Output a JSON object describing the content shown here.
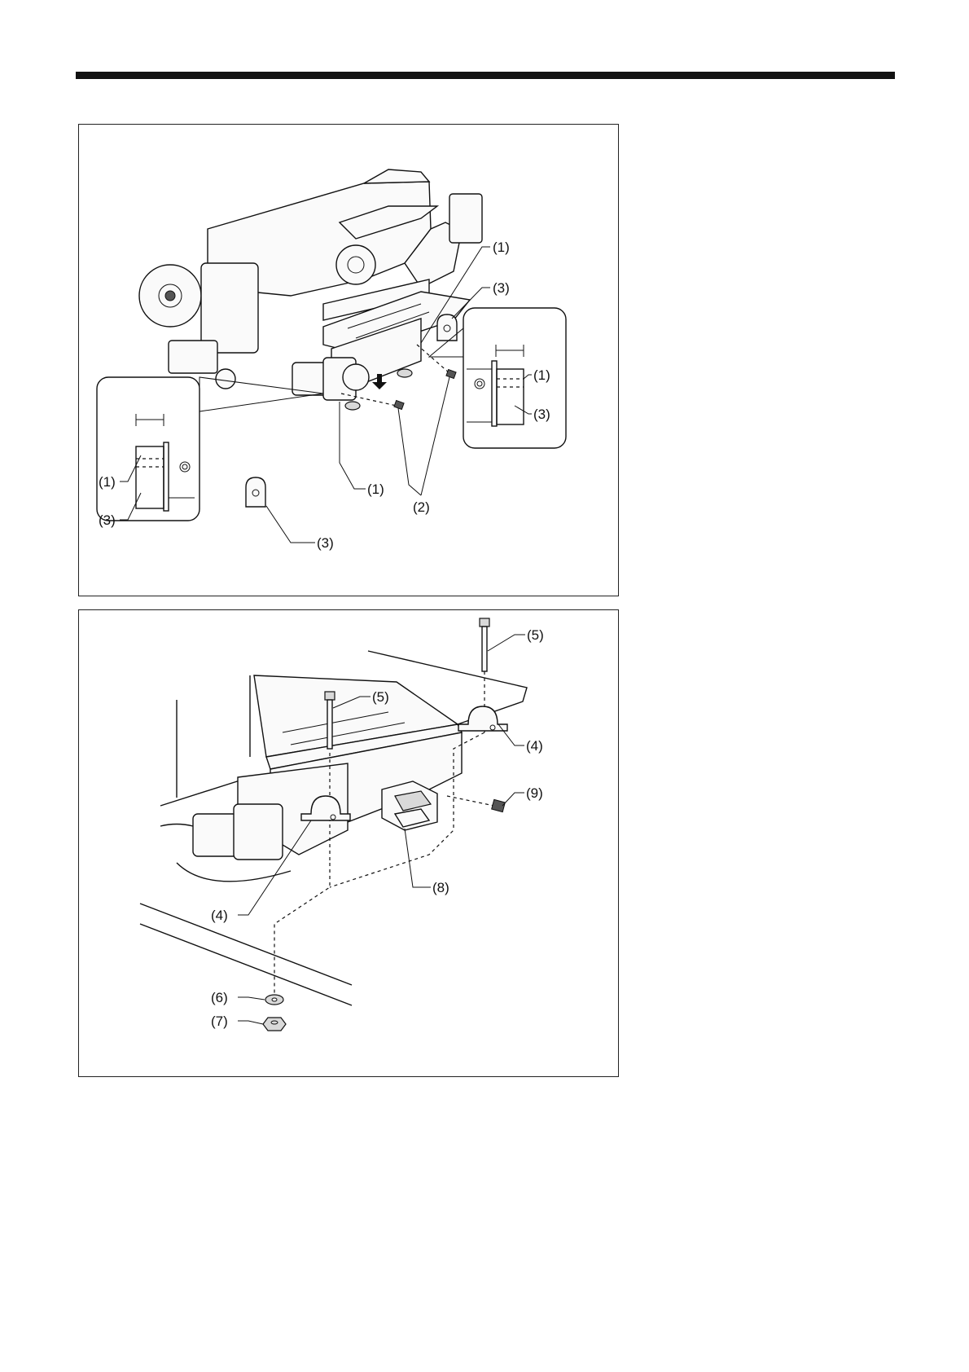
{
  "figure1": {
    "callouts": {
      "stopper_top": "(1)",
      "cushion_top": "(3)",
      "inset_right_stopper": "(1)",
      "inset_right_cushion": "(3)",
      "inset_left_stopper": "(1)",
      "inset_left_cushion": "(3)",
      "stopper_front": "(1)",
      "screws": "(2)",
      "cushion_bottom": "(3)"
    }
  },
  "figure2": {
    "callouts": {
      "bolt_right": "(5)",
      "bolt_left": "(5)",
      "clamp_right": "(4)",
      "screw": "(9)",
      "bracket": "(8)",
      "clamp_left": "(4)",
      "washer": "(6)",
      "nut": "(7)"
    }
  }
}
